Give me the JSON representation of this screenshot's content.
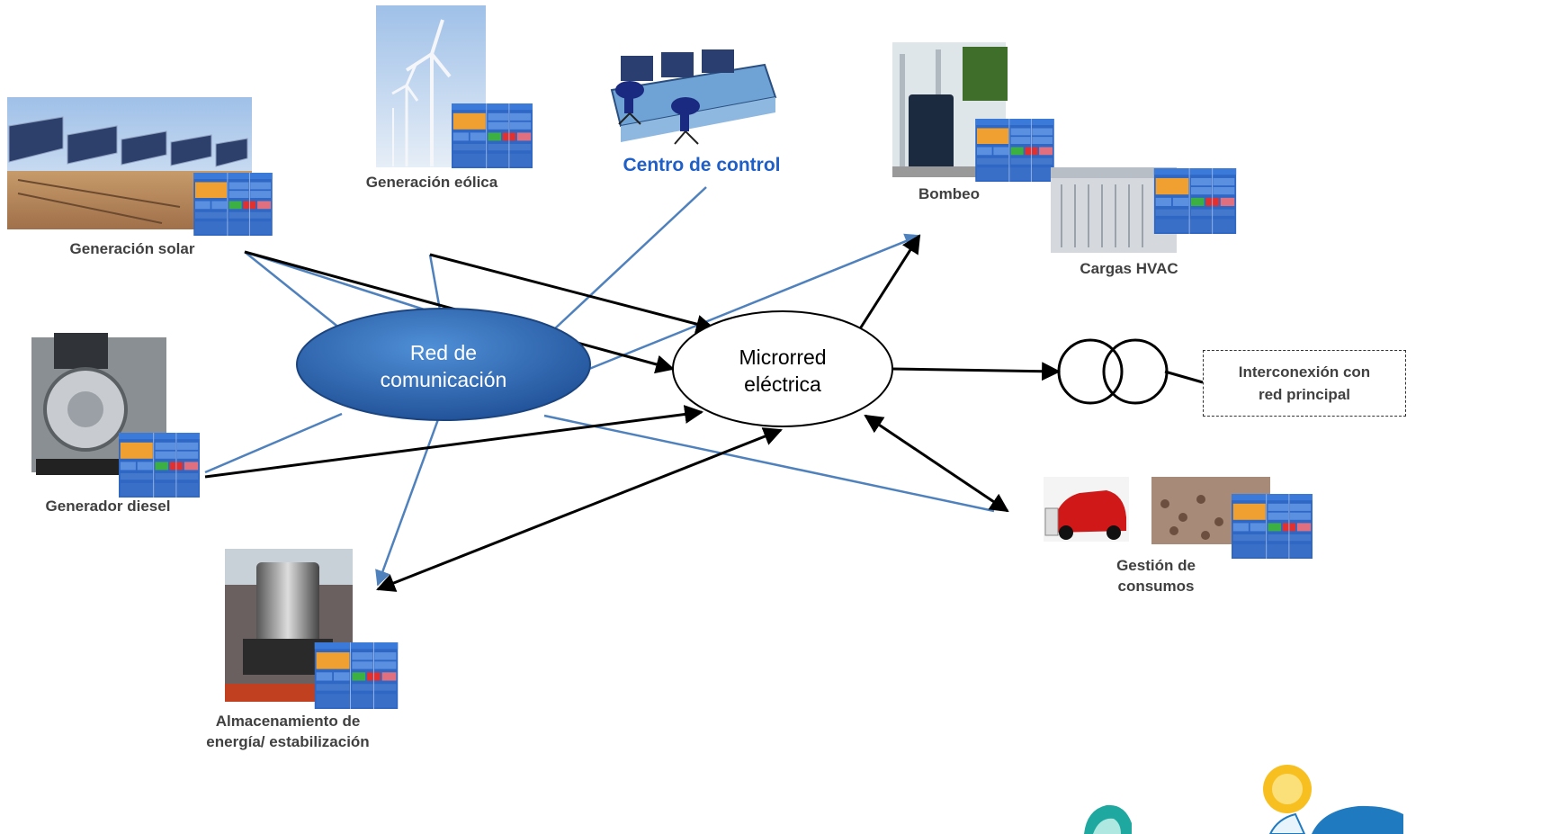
{
  "labels": {
    "solar": "Generación solar",
    "wind": "Generación eólica",
    "control": "Centro de control",
    "pumping": "Bombeo",
    "hvac": "Cargas HVAC",
    "diesel": "Generador diesel",
    "storage_line1": "Almacenamiento de",
    "storage_line2": "energía/ estabilización",
    "demand_line1": "Gestión de",
    "demand_line2": "consumos",
    "interconnect_line1": "Interconexión con",
    "interconnect_line2": "red principal"
  },
  "nodes": {
    "comm_line1": "Red de",
    "comm_line2": "comunicación",
    "micro_line1": "Microrred",
    "micro_line2": "eléctrica"
  },
  "colors": {
    "comm_fill": "#2f6db8",
    "link_blue": "#4f81bd",
    "power_black": "#000000",
    "control_label": "#1f5fc8",
    "panel_blue": "#2e67c4",
    "panel_orange": "#f0a030",
    "panel_green": "#3cb043",
    "panel_red": "#e03030"
  }
}
